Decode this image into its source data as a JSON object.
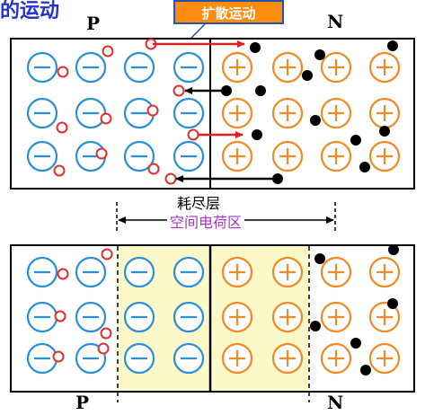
{
  "corner_title": "的运动",
  "p_label": "P",
  "n_label": "N",
  "diffusion_label": "扩散运动",
  "depletion_label": "耗尽层",
  "space_charge_label": "空间电荷区",
  "colors": {
    "acceptor_ion": "#2a8fd4",
    "donor_ion": "#f08a24",
    "hole": "#e03030",
    "electron": "#000000",
    "arrow": "#e02020",
    "depletion_fill": "#fdf8c8",
    "title": "#2233cc",
    "space_charge_text": "#aa33cc"
  }
}
